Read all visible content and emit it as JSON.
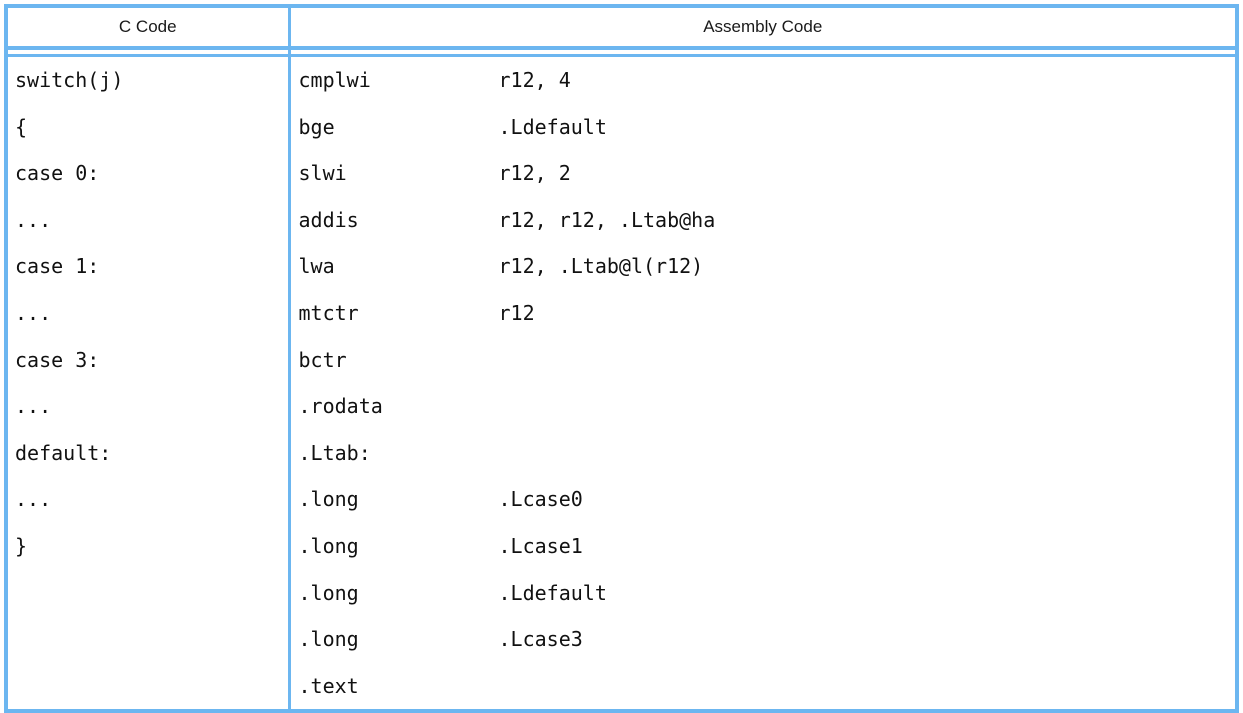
{
  "table": {
    "headers": {
      "c_code": "C Code",
      "assembly_code": "Assembly Code"
    },
    "colors": {
      "border": "#6cb6f0",
      "text": "#111111",
      "header_text": "#1a1a1a",
      "background": "#ffffff"
    },
    "c_code_lines": [
      "switch(j)",
      "{",
      "case 0:",
      "...",
      "case 1:",
      "...",
      "case 3:",
      "...",
      "default:",
      "...",
      "}",
      "",
      "",
      ""
    ],
    "assembly_lines": [
      {
        "mnemonic": "cmplwi",
        "operands": "r12, 4"
      },
      {
        "mnemonic": "bge",
        "operands": ".Ldefault"
      },
      {
        "mnemonic": "slwi",
        "operands": "r12, 2"
      },
      {
        "mnemonic": "addis",
        "operands": "r12, r12, .Ltab@ha"
      },
      {
        "mnemonic": "lwa",
        "operands": "r12, .Ltab@l(r12)"
      },
      {
        "mnemonic": "mtctr",
        "operands": "r12"
      },
      {
        "mnemonic": "bctr",
        "operands": ""
      },
      {
        "mnemonic": ".rodata",
        "operands": ""
      },
      {
        "mnemonic": ".Ltab:",
        "operands": ""
      },
      {
        "mnemonic": ".long",
        "operands": ".Lcase0"
      },
      {
        "mnemonic": ".long",
        "operands": ".Lcase1"
      },
      {
        "mnemonic": ".long",
        "operands": ".Ldefault"
      },
      {
        "mnemonic": ".long",
        "operands": ".Lcase3"
      },
      {
        "mnemonic": ".text",
        "operands": ""
      }
    ]
  }
}
